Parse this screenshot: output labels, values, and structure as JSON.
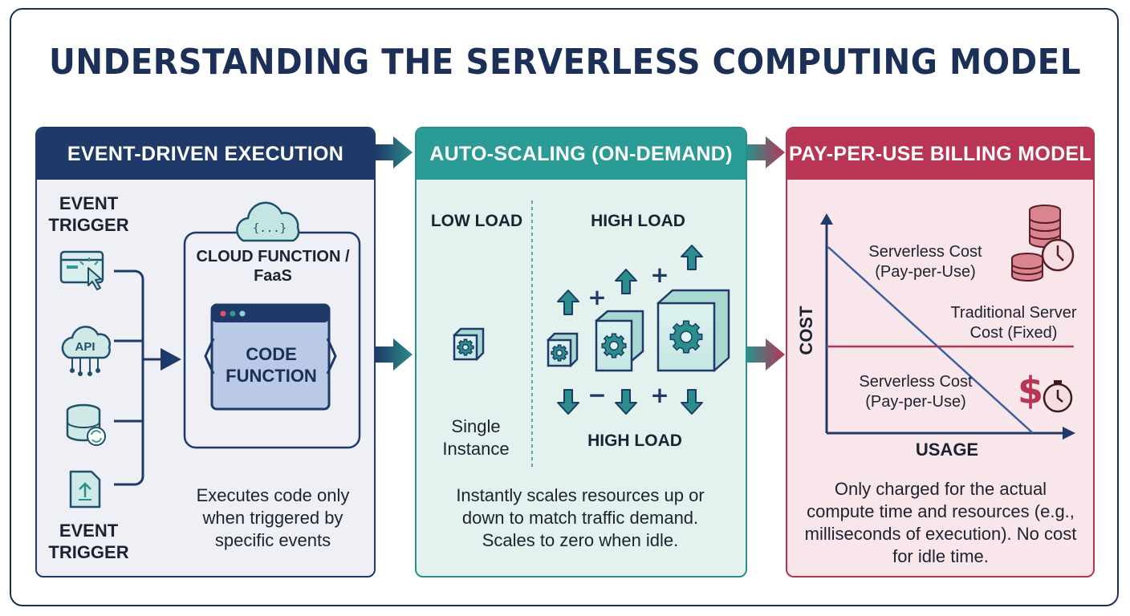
{
  "title": "UNDERSTANDING THE SERVERLESS COMPUTING MODEL",
  "colors": {
    "navy": "#1f3a68",
    "teal": "#2a9c95",
    "crimson": "#b83556"
  },
  "panels": [
    {
      "header": "EVENT-DRIVEN EXECUTION",
      "trigger_top": "EVENT TRIGGER",
      "trigger_bottom": "EVENT TRIGGER",
      "trigger_icons": [
        "browser-click-icon",
        "api-cloud-icon",
        "database-sync-icon",
        "file-upload-icon"
      ],
      "api_label": "API",
      "cloud_badge": "{...}",
      "function_title": "CLOUD FUNCTION / FaaS",
      "code_label": "CODE FUNCTION",
      "description": "Executes code only when triggered by specific events"
    },
    {
      "header": "AUTO-SCALING (ON-DEMAND)",
      "low_label": "LOW LOAD",
      "high_label_top": "HIGH LOAD",
      "high_label_bottom": "HIGH LOAD",
      "single_instance": "Single Instance",
      "plus": "+",
      "minus": "−",
      "description": "Instantly scales resources up or down to match traffic demand. Scales to zero when idle."
    },
    {
      "header": "PAY-PER-USE BILLING MODEL",
      "y_axis": "COST",
      "x_axis": "USAGE",
      "serverless_upper": "Serverless Cost (Pay-per-Use)",
      "traditional": "Traditional Server Cost (Fixed)",
      "serverless_lower": "Serverless Cost (Pay-per-Use)",
      "description": "Only charged for the actual compute time and resources (e.g., milliseconds of execution). No cost for idle time."
    }
  ]
}
